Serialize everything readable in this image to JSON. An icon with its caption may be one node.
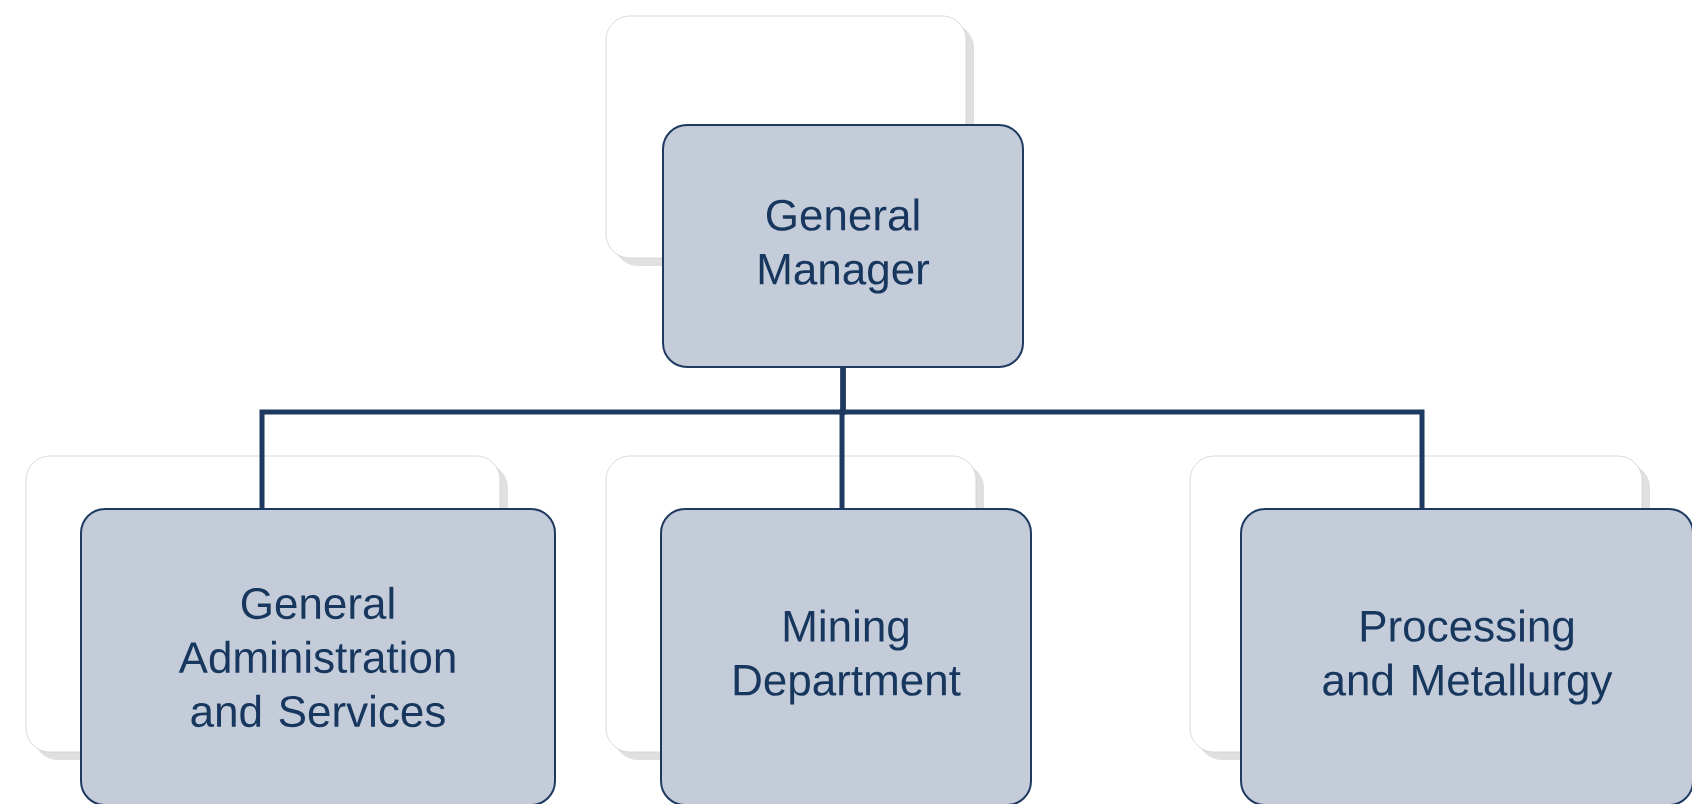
{
  "diagram": {
    "nodes": [
      {
        "text": [
          "General Manager"
        ]
      },
      {
        "text": [
          "General Administration and Services"
        ]
      },
      {
        "text": [
          "Mining Department"
        ]
      },
      {
        "text": [
          "Processing and Metallurgy"
        ]
      }
    ],
    "edges": [
      {
        "from": 0,
        "to": 1,
        "arrow": "none"
      },
      {
        "from": 0,
        "to": 2,
        "arrow": "none"
      },
      {
        "from": 0,
        "to": 3,
        "arrow": "none"
      }
    ]
  }
}
